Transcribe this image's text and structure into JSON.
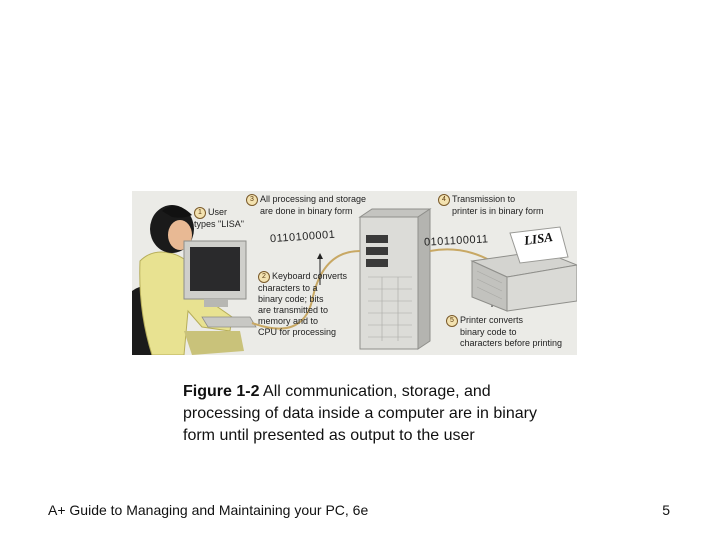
{
  "figure": {
    "callouts": [
      {
        "num": "1",
        "lines": [
          "User",
          "types \"LISA\""
        ]
      },
      {
        "num": "2",
        "lines": [
          "Keyboard converts",
          "characters to a",
          "binary code; bits",
          "are transmitted to",
          "memory and to",
          "CPU for processing"
        ]
      },
      {
        "num": "3",
        "lines": [
          "All processing and storage",
          "are done in binary form"
        ]
      },
      {
        "num": "4",
        "lines": [
          "Transmission to",
          "printer is in binary form"
        ]
      },
      {
        "num": "5",
        "lines": [
          "Printer converts",
          "binary code to",
          "characters before printing"
        ]
      }
    ],
    "binary_left": "0110100001",
    "binary_right": "0101100011",
    "paper_text": "LISA"
  },
  "caption": {
    "label": "Figure 1-2",
    "text": " All communication, storage, and processing of data inside a computer are in binary form until presented as output to the user"
  },
  "footer": {
    "book_title": "A+ Guide to Managing and Maintaining your PC, 6e",
    "page_number": "5"
  }
}
